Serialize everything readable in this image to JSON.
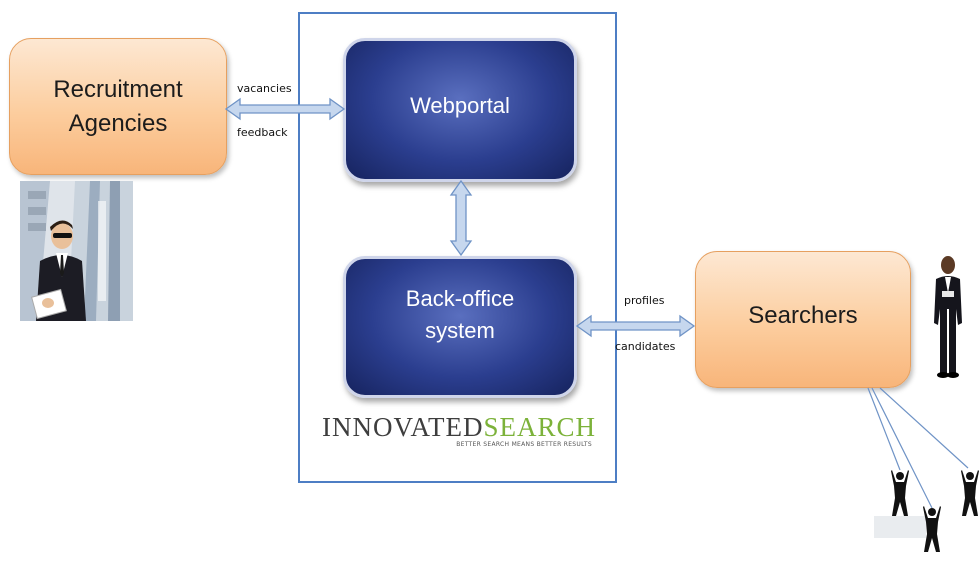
{
  "nodes": {
    "recruitment_agencies": "Recruitment\nAgencies",
    "webportal": "Webportal",
    "back_office": "Back-office\nsystem",
    "searchers": "Searchers"
  },
  "flows": {
    "agencies_to_portal_top": "vacancies",
    "agencies_to_portal_bottom": "feedback",
    "searchers_to_backoffice_top": "profiles",
    "searchers_to_backoffice_bottom": "candidates"
  },
  "logo": {
    "name_part1": "INNOVATED",
    "name_part2": "SEARCH",
    "tagline": "Better search means better results"
  },
  "colors": {
    "frame": "#4d7ec4",
    "arrow_fill": "#c6d7ee",
    "arrow_stroke": "#6f93c6",
    "orange_box": "#fccd9e",
    "blue_box": "#2b3e8f",
    "logo_green": "#7cb23a"
  }
}
